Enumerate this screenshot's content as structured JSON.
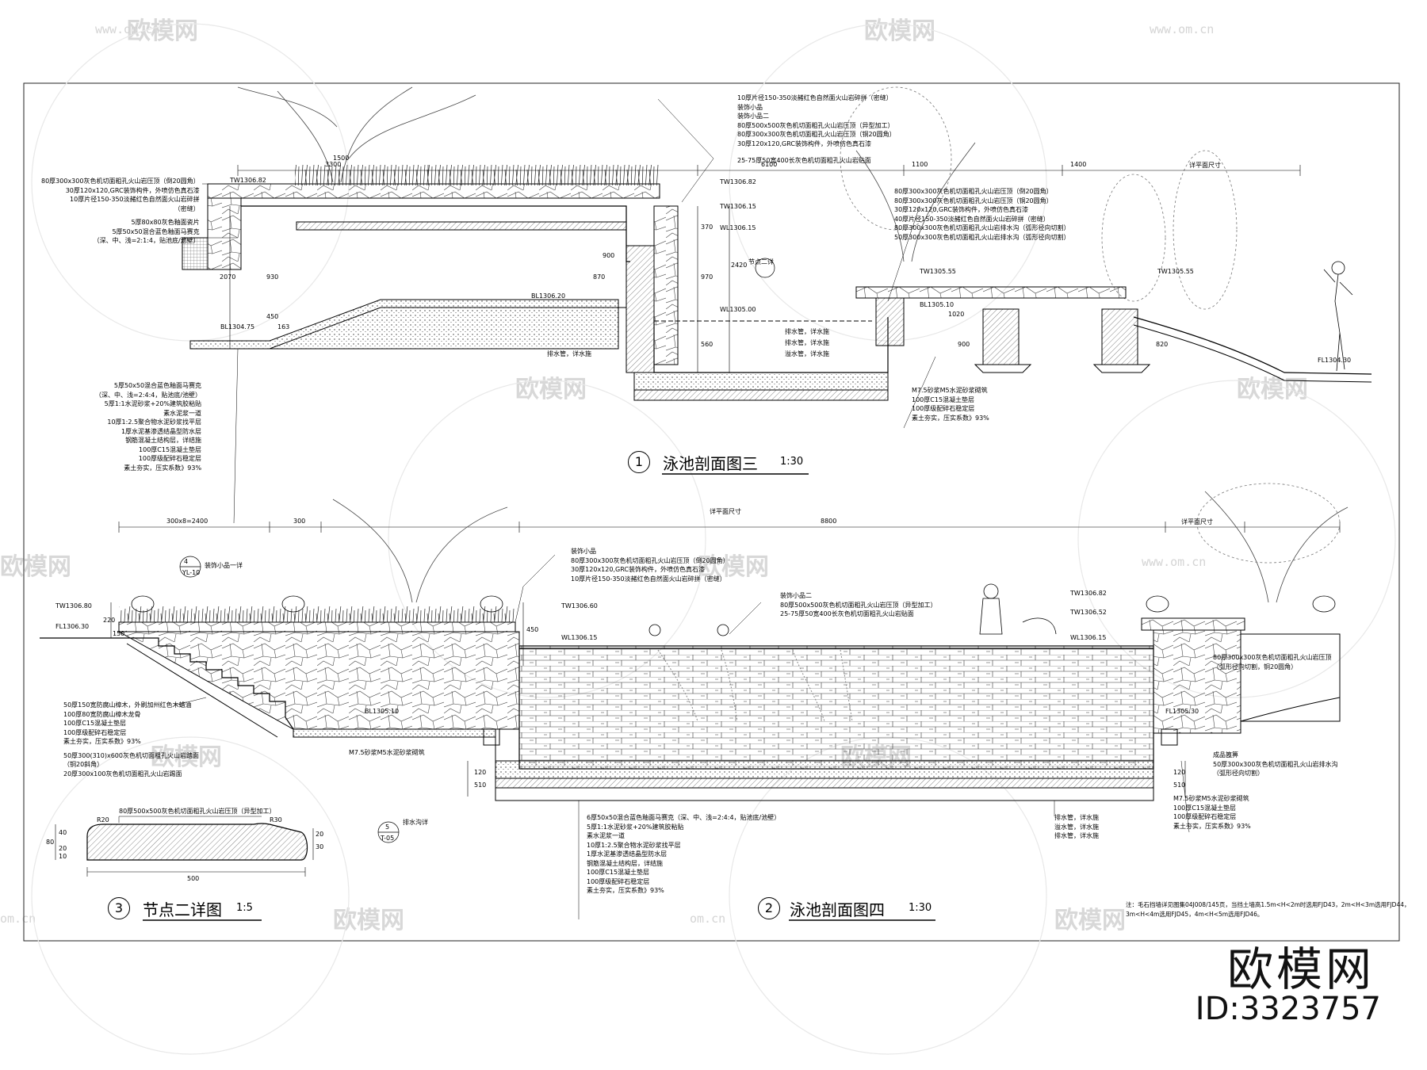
{
  "watermark": {
    "brand": "欧模网",
    "url": "www.om.cn",
    "url_short": "om.cn"
  },
  "branding": {
    "name": "欧模网",
    "id": "ID:3323757"
  },
  "section1": {
    "number": "1",
    "title": "泳池剖面图三",
    "scale": "1:30",
    "dims_top": [
      "3300",
      "1500",
      "6100",
      "1100",
      "1400",
      "详平面尺寸"
    ],
    "dims_side": [
      "2070",
      "930",
      "450",
      "163",
      "370",
      "900",
      "870",
      "970",
      "2420",
      "560",
      "1020",
      "900",
      "820"
    ],
    "levels": [
      "TW1306.82",
      "TW1306.82",
      "TW1306.15",
      "WL1306.15",
      "BL1306.20",
      "BL1304.75",
      "WL1305.00",
      "TW1305.55",
      "TW1305.55",
      "FL1304.30",
      "BL1305.10"
    ],
    "node": "节点二详",
    "notes_top": [
      "10厚片径150-350淡赭红色自然面火山岩碎拼（密缝）",
      "装饰小品",
      "装饰小品二",
      "80厚500x500灰色机切面粗孔火山岩压顶（异型加工）",
      "80厚300x300灰色机切面粗孔火山岩压顶（铜20圆角）",
      "30厚120x120,GRC装饰构件，外喷仿色真石漆",
      "25-75厚50宽400长灰色机切面粗孔火山岩贴面"
    ],
    "notes_left_top": [
      "80厚300x300灰色机切面粗孔火山岩压顶（倒20圆角）",
      "30厚120x120,GRC装饰构件，外喷仿色真石漆",
      "10厚片径150-350淡赭红色自然面火山岩碎拼",
      "（密缝）",
      "5厚80x80灰色釉面瓷片",
      "5厚50x50混合蓝色釉面马赛克",
      "（深、中、浅=2:1:4，贴池底/池壁）"
    ],
    "notes_left_bottom": [
      "5厚50x50混合蓝色釉面马赛克",
      "（深、中、浅=2:4:4，贴池底/池壁）",
      "5厚1:1水泥砂浆+20%建筑胶粘贴",
      "素水泥浆一道",
      "10厚1:2.5聚合物水泥砂浆找平层",
      "1厚水泥基渗透结晶型防水层",
      "钢筋混凝土结构层，详结施",
      "100厚C15混凝土垫层",
      "100厚级配碎石稳定层",
      "素土夯实，压实系数》93%"
    ],
    "notes_right": [
      "80厚300x300灰色机切面粗孔火山岩压顶（倒20圆角）",
      "80厚300x300灰色机切面粗孔火山岩压顶（铜20圆角）",
      "30厚120x120,GRC装饰构件，外喷仿色真石漆",
      "40厚片径150-350淡赭红色自然面火山岩碎拼（密缝）",
      "80厚300x300灰色机切面粗孔火山岩排水沟（弧形径向切割）",
      "50厚300x300灰色机切面粗孔火山岩排水沟（弧形径向切割）"
    ],
    "notes_pipes": [
      "排水管，详水施",
      "排水管，详水施",
      "溢水管，详水施",
      "排水管，详水施"
    ],
    "notes_base": [
      "M7.5砂浆M5水泥砂浆砌筑",
      "100厚C15混凝土垫层",
      "100厚级配碎石稳定层",
      "素土夯实，压实系数》93%"
    ]
  },
  "section2": {
    "number": "2",
    "title": "泳池剖面图四",
    "scale": "1:30",
    "dims_top": [
      "300x8=2400",
      "300",
      "8800",
      "详平面尺寸",
      "详平面尺寸"
    ],
    "dims_side": [
      "450",
      "220",
      "150",
      "510",
      "120",
      "510",
      "120"
    ],
    "levels": [
      "TW1306.80",
      "FL1306.30",
      "TW1306.60",
      "WL1306.15",
      "TW1306.82",
      "TW1306.52",
      "WL1306.15",
      "BL1305.10",
      "FL1305.30"
    ],
    "callout": {
      "num": "4",
      "ref": "YL-10",
      "label": "装饰小品一详"
    },
    "drain_callout": {
      "num": "5",
      "ref": "T-05",
      "label": "排水沟详"
    },
    "notes_top": [
      "装饰小品",
      "80厚300x300灰色机切面粗孔火山岩压顶（倒20圆角）",
      "30厚120x120,GRC装饰构件，外喷仿色真石漆",
      "10厚片径150-350淡赭红色自然面火山岩碎拼（密缝）"
    ],
    "notes_top_mid": [
      "装饰小品二",
      "80厚500x500灰色机切面粗孔火山岩压顶（异型加工）",
      "25-75厚50宽400长灰色机切面粗孔火山岩贴面"
    ],
    "notes_left": [
      "50厚150宽防腐山樟木，外刷加州红色木蜡油",
      "100厚80宽防腐山樟木龙骨",
      "100厚C15混凝土垫层",
      "100厚级配碎石稳定层",
      "素土夯实，压实系数》93%",
      "50厚300(310)x600灰色机切面粗孔火山岩踏面",
      "（铜20斜角）",
      "20厚300x100灰色机切面粗孔火山岩踢面"
    ],
    "note_mortar": "M7.5砂浆M5水泥砂浆砌筑",
    "notes_bottom": [
      "6厚50x50混合蓝色釉面马赛克（深、中、浅=2:4:4，贴池底/池壁）",
      "5厚1:1水泥砂浆+20%建筑胶粘贴",
      "素水泥浆一道",
      "10厚1:2.5聚合物水泥砂浆找平层",
      "1厚水泥基渗透结晶型防水层",
      "钢筋混凝土结构层，详结施",
      "100厚C15混凝土垫层",
      "100厚级配碎石稳定层",
      "素土夯实，压实系数》93%"
    ],
    "notes_pipes": [
      "排水管，详水施",
      "溢水管，详水施",
      "排水管，详水施"
    ],
    "notes_right": [
      "80厚300x300灰色机切面粗孔火山岩压顶",
      "（弧形径向切割，铜20圆角）",
      "成品篦箅",
      "50厚300x300灰色机切面粗孔火山岩排水沟",
      "（弧形径向切割）"
    ],
    "notes_right_base": [
      "M7.5砂浆M5水泥砂浆砌筑",
      "100厚C15混凝土垫层",
      "100厚级配碎石稳定层",
      "素土夯实，压实系数》93%"
    ],
    "footnote": [
      "注：毛石挡墙详见图集04J008/145页，当挡土墙高1.5m<H<2m时选用FJD43，2m<H<3m选用FJD44，",
      "3m<H<4m选用FJD45，4m<H<5m选用FJD46。"
    ]
  },
  "section3": {
    "number": "3",
    "title": "节点二详图",
    "scale": "1:5",
    "label": "80厚500x500灰色机切面粗孔火山岩压顶（异型加工）",
    "dims": [
      "500",
      "80",
      "40",
      "20",
      "10",
      "20",
      "30",
      "R20",
      "R30"
    ]
  }
}
